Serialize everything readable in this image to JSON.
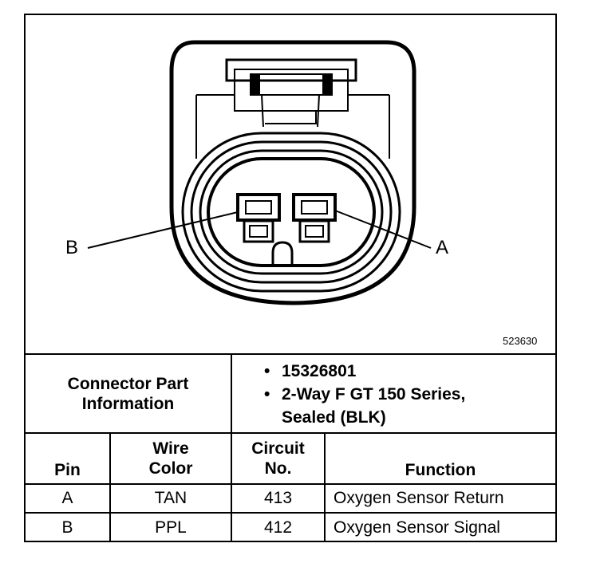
{
  "diagram": {
    "figure_number": "523630",
    "callouts": {
      "left": "B",
      "right": "A"
    }
  },
  "info": {
    "label_line1": "Connector Part",
    "label_line2": "Information",
    "bullet": "•",
    "part_number": "15326801",
    "description_line1": "2-Way F GT 150 Series,",
    "description_line2": "Sealed (BLK)"
  },
  "headers": {
    "pin": "Pin",
    "wire_line1": "Wire",
    "wire_line2": "Color",
    "circuit_line1": "Circuit",
    "circuit_line2": "No.",
    "function": "Function"
  },
  "rows": [
    {
      "pin": "A",
      "wire_color": "TAN",
      "circuit": "413",
      "function": "Oxygen Sensor Return"
    },
    {
      "pin": "B",
      "wire_color": "PPL",
      "circuit": "412",
      "function": "Oxygen Sensor Signal"
    }
  ]
}
